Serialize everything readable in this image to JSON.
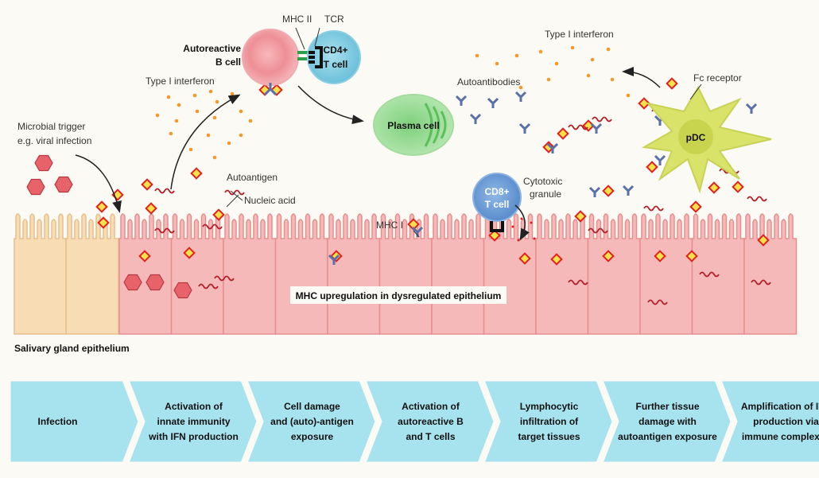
{
  "colors": {
    "background": "#fbfaf4",
    "epithelium_pink": "#f6b9b9",
    "epithelium_outline": "#e58f8f",
    "healthy_epithelium": "#f8dcb4",
    "b_cell": "#f2a0a5",
    "t_cell": "#7fcbe0",
    "plasma_cell": "#9ddc9a",
    "cd8_cell": "#6e9fd6",
    "pdc": "#d9e36a",
    "interferon": "#f39a2a",
    "antigen": "#f5e24a",
    "nucleic_acid": "#b3202a",
    "antibody": "#5b6fa8",
    "step_fill": "#a6e3ee"
  },
  "labels": {
    "microbial_trigger_1": "Microbial trigger",
    "microbial_trigger_2": "e.g. viral infection",
    "type1_ifn_left": "Type I interferon",
    "type1_ifn_right": "Type I interferon",
    "autoreactive_1": "Autoreactive",
    "autoreactive_2": "B cell",
    "mhc2": "MHC II",
    "tcr": "TCR",
    "cd4_1": "CD4+",
    "cd4_2": "T cell",
    "plasma_cell": "Plasma cell",
    "autoantibodies": "Autoantibodies",
    "fc_receptor": "Fc receptor",
    "pdc": "pDC",
    "autoantigen": "Autoantigen",
    "nucleic_acid": "Nucleic acid",
    "cd8_1": "CD8+",
    "cd8_2": "T cell",
    "cytotoxic_1": "Cytotoxic",
    "cytotoxic_2": "granule",
    "mhc1": "MHC I",
    "mhc_upregulation": "MHC upregulation in dysregulated epithelium",
    "salivary": "Salivary gland epithelium"
  },
  "steps": [
    {
      "lines": [
        "Infection"
      ]
    },
    {
      "lines": [
        "Activation of",
        "innate immunity",
        "with IFN production"
      ]
    },
    {
      "lines": [
        "Cell damage",
        "and (auto)-antigen",
        "exposure"
      ]
    },
    {
      "lines": [
        "Activation of",
        "autoreactive B",
        "and T cells"
      ]
    },
    {
      "lines": [
        "Lymphocytic",
        "infiltration of",
        "target tissues"
      ]
    },
    {
      "lines": [
        "Further tissue",
        "damage with",
        "autoantigen exposure"
      ]
    },
    {
      "lines": [
        "Amplification of IFN",
        "production via",
        "immune complexes"
      ]
    }
  ]
}
